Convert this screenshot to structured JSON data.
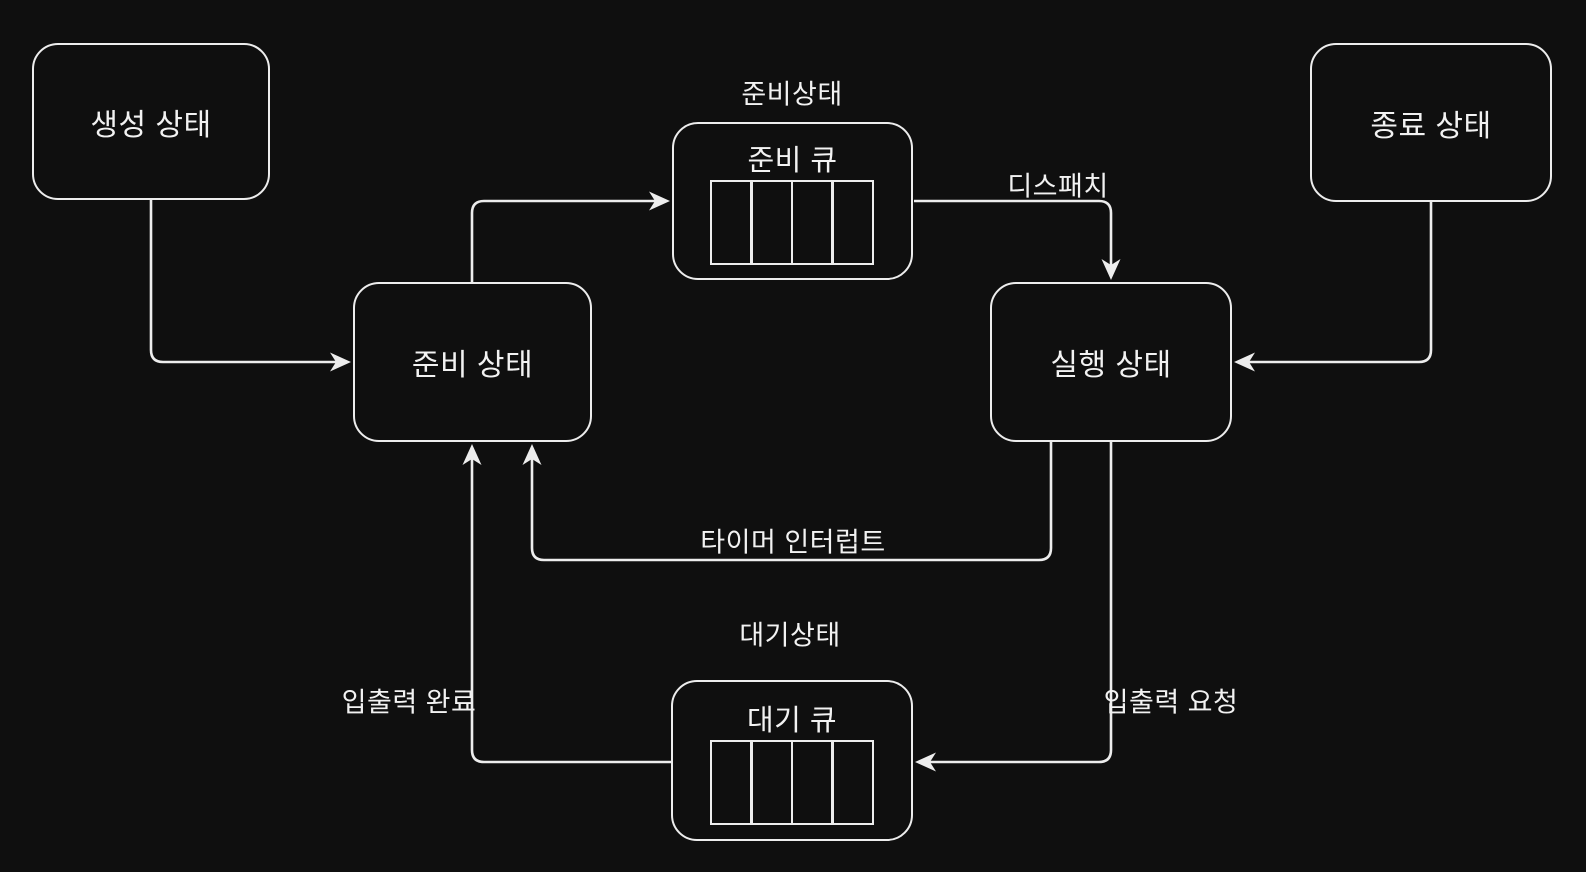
{
  "colors": {
    "background": "#0f0f0f",
    "stroke": "#ededed",
    "text": "#f2f2f2"
  },
  "diagram": {
    "type": "process-state-diagram",
    "nodes": {
      "created": {
        "label": "생성 상태"
      },
      "ready": {
        "label": "준비 상태"
      },
      "running": {
        "label": "실행 상태"
      },
      "terminated": {
        "label": "종료 상태"
      },
      "ready_queue": {
        "group_label": "준비상태",
        "title": "준비 큐",
        "cells": 4
      },
      "wait_queue": {
        "group_label": "대기상태",
        "title": "대기 큐",
        "cells": 4
      }
    },
    "edges": {
      "created_to_ready": {
        "from": "생성 상태",
        "to": "준비 상태",
        "label": ""
      },
      "ready_to_ready_queue": {
        "from": "준비 상태",
        "to": "준비 큐",
        "label": ""
      },
      "dispatch": {
        "from": "준비 큐",
        "to": "실행 상태",
        "label": "디스패치"
      },
      "terminated_to_running": {
        "from": "종료 상태",
        "to": "실행 상태",
        "label": ""
      },
      "timer_interrupt": {
        "from": "실행 상태",
        "to": "준비 상태",
        "label": "타이머 인터럽트"
      },
      "io_request": {
        "from": "실행 상태",
        "to": "대기 큐",
        "label": "입출력 요청"
      },
      "io_complete": {
        "from": "대기 큐",
        "to": "준비 상태",
        "label": "입출력 완료"
      }
    }
  }
}
